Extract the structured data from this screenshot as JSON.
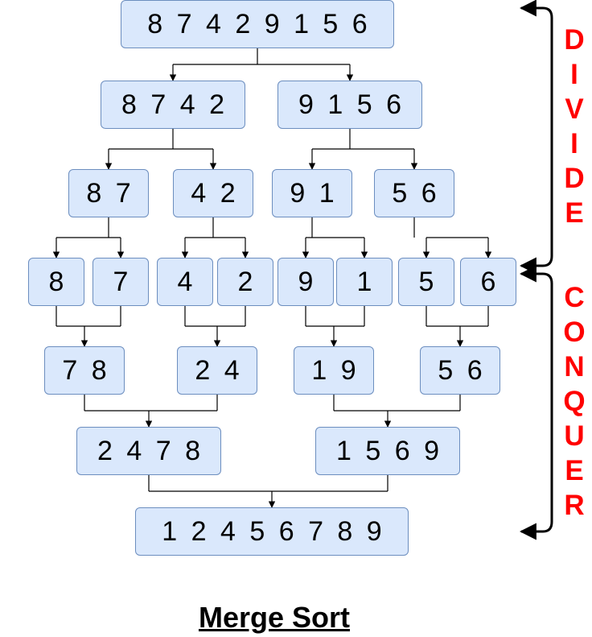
{
  "colors": {
    "box_fill": "#dae8fc",
    "box_border": "#6c8ebf",
    "label": "#ff0000",
    "line": "#000000"
  },
  "levels": {
    "root": [
      "8 7 4 2 9 1 5 6"
    ],
    "halves": [
      "8 7 4 2",
      "9 1 5 6"
    ],
    "quarters": [
      "8 7",
      "4 2",
      "9 1",
      "5 6"
    ],
    "singles": [
      "8",
      "7",
      "4",
      "2",
      "9",
      "1",
      "5",
      "6"
    ],
    "merged_pairs": [
      "7 8",
      "2 4",
      "1 9",
      "5 6"
    ],
    "merged_halves": [
      "2 4 7 8",
      "1 5 6 9"
    ],
    "result": [
      "1 2 4 5 6 7 8 9"
    ]
  },
  "side_labels": {
    "divide": "DIVIDE",
    "conquer": "CONQUER"
  },
  "caption": "Merge Sort"
}
